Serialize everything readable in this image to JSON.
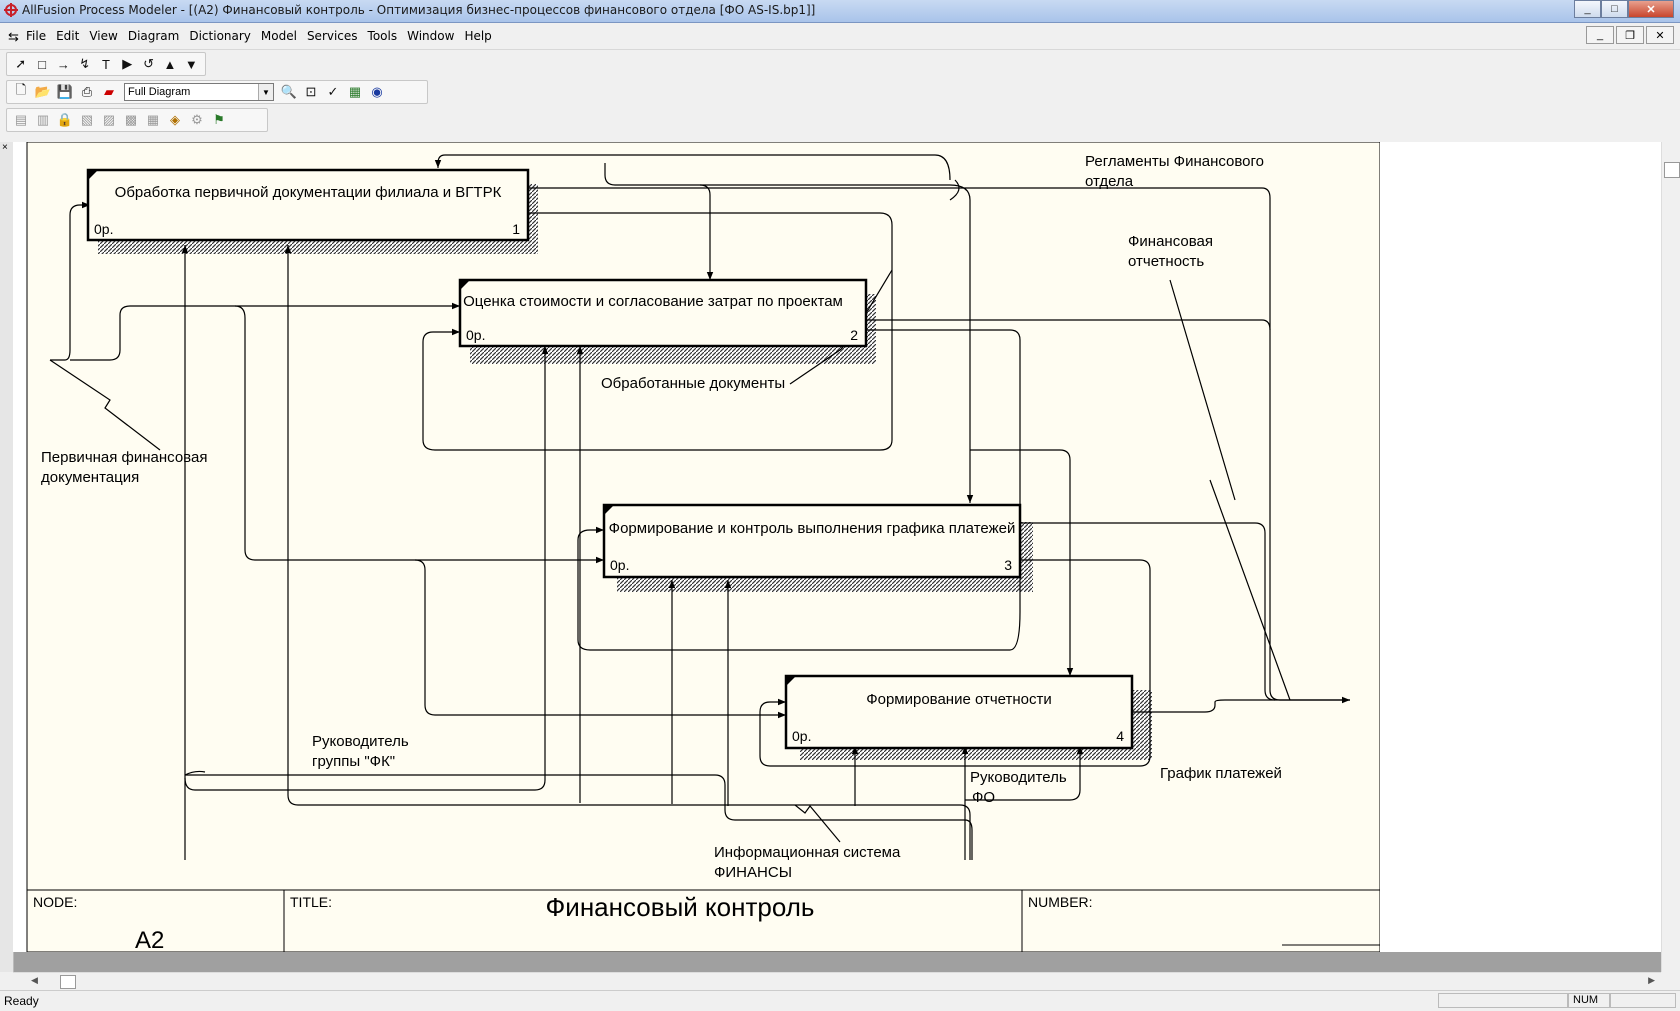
{
  "window": {
    "title": "AllFusion Process Modeler - [(A2) Финансовый контроль - Оптимизация бизнес-процессов финансового отдела  [ФО AS-IS.bp1]]",
    "min": "_",
    "max": "□",
    "close": "✕"
  },
  "menu": {
    "items": [
      "File",
      "Edit",
      "View",
      "Diagram",
      "Dictionary",
      "Model",
      "Services",
      "Tools",
      "Window",
      "Help"
    ]
  },
  "toolbar": {
    "zoom_combo": "Full Diagram"
  },
  "diagram": {
    "boxes": [
      {
        "label": "Обработка первичной документации филиала и ВГТРК",
        "cost": "0р.",
        "num": "1"
      },
      {
        "label": "Оценка стоимости и согласование затрат по проектам",
        "cost": "0р.",
        "num": "2"
      },
      {
        "label": "Формирование и контроль выполнения графика платежей",
        "cost": "0р.",
        "num": "3"
      },
      {
        "label": "Формирование отчетности",
        "cost": "0р.",
        "num": "4"
      }
    ],
    "arrow_labels": {
      "reglaments_1": "Регламенты Финансового",
      "reglaments_2": "отдела",
      "fin_report_1": "Финансовая",
      "fin_report_2": "отчетность",
      "processed_docs": "Обработанные документы",
      "primary_docs_1": "Первичная финансовая",
      "primary_docs_2": "документация",
      "head_fk_1": "Руководитель",
      "head_fk_2": "группы \"ФК\"",
      "head_fo_1": "Руководитель",
      "head_fo_2": "ФО",
      "payment_schedule": "График платежей",
      "info_system_1": "Информационная система",
      "info_system_2": "ФИНАНСЫ"
    },
    "frame": {
      "node_label": "NODE:",
      "node_value": "A2",
      "title_label": "TITLE:",
      "title_value": "Финансовый контроль",
      "number_label": "NUMBER:"
    }
  },
  "status": {
    "text": "Ready",
    "num": "NUM"
  },
  "colors": {
    "diagram_bg": "#fffdf2",
    "titlebar": "#b9cfee"
  }
}
